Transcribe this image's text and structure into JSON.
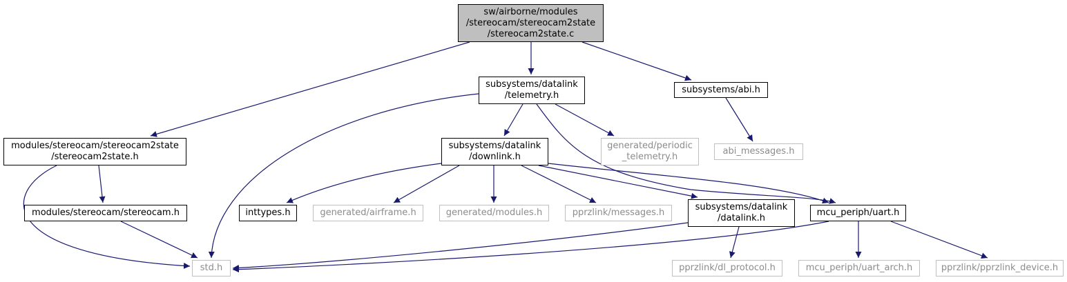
{
  "colors": {
    "edge": "#191970",
    "border": "#000000",
    "muted_border": "#bfbfbf",
    "muted_text": "#8c8c8c",
    "root_fill": "#bfbfbf"
  },
  "nodes": {
    "root": {
      "lines": [
        "sw/airborne/modules",
        "/stereocam/stereocam2state",
        "/stereocam2state.c"
      ],
      "style": "root"
    },
    "telemetry": {
      "lines": [
        "subsystems/datalink",
        "/telemetry.h"
      ],
      "style": "solid"
    },
    "abi": {
      "lines": [
        "subsystems/abi.h"
      ],
      "style": "solid"
    },
    "stereocam2state_h": {
      "lines": [
        "modules/stereocam/stereocam2state",
        "/stereocam2state.h"
      ],
      "style": "solid"
    },
    "periodic_telemetry": {
      "lines": [
        "generated/periodic",
        "_telemetry.h"
      ],
      "style": "light"
    },
    "downlink": {
      "lines": [
        "subsystems/datalink",
        "/downlink.h"
      ],
      "style": "solid"
    },
    "abi_messages": {
      "lines": [
        "abi_messages.h"
      ],
      "style": "light"
    },
    "stereocam_h": {
      "lines": [
        "modules/stereocam/stereocam.h"
      ],
      "style": "solid"
    },
    "inttypes": {
      "lines": [
        "inttypes.h"
      ],
      "style": "solid"
    },
    "airframe": {
      "lines": [
        "generated/airframe.h"
      ],
      "style": "light"
    },
    "modules_h": {
      "lines": [
        "generated/modules.h"
      ],
      "style": "light"
    },
    "pprz_messages": {
      "lines": [
        "pprzlink/messages.h"
      ],
      "style": "light"
    },
    "datalink_h": {
      "lines": [
        "subsystems/datalink",
        "/datalink.h"
      ],
      "style": "solid"
    },
    "uart": {
      "lines": [
        "mcu_periph/uart.h"
      ],
      "style": "solid"
    },
    "std": {
      "lines": [
        "std.h"
      ],
      "style": "light"
    },
    "dl_protocol": {
      "lines": [
        "pprzlink/dl_protocol.h"
      ],
      "style": "light"
    },
    "uart_arch": {
      "lines": [
        "mcu_periph/uart_arch.h"
      ],
      "style": "light"
    },
    "pprzlink_device": {
      "lines": [
        "pprzlink/pprzlink_device.h"
      ],
      "style": "light"
    }
  },
  "edges": [
    [
      "root",
      "telemetry"
    ],
    [
      "root",
      "abi"
    ],
    [
      "root",
      "stereocam2state_h"
    ],
    [
      "telemetry",
      "std"
    ],
    [
      "telemetry",
      "downlink"
    ],
    [
      "telemetry",
      "periodic_telemetry"
    ],
    [
      "telemetry",
      "uart"
    ],
    [
      "abi",
      "abi_messages"
    ],
    [
      "stereocam2state_h",
      "std"
    ],
    [
      "stereocam2state_h",
      "stereocam_h"
    ],
    [
      "stereocam_h",
      "std"
    ],
    [
      "downlink",
      "inttypes"
    ],
    [
      "downlink",
      "airframe"
    ],
    [
      "downlink",
      "modules_h"
    ],
    [
      "downlink",
      "pprz_messages"
    ],
    [
      "downlink",
      "datalink_h"
    ],
    [
      "downlink",
      "uart"
    ],
    [
      "datalink_h",
      "std"
    ],
    [
      "datalink_h",
      "dl_protocol"
    ],
    [
      "uart",
      "std"
    ],
    [
      "uart",
      "uart_arch"
    ],
    [
      "uart",
      "pprzlink_device"
    ]
  ]
}
